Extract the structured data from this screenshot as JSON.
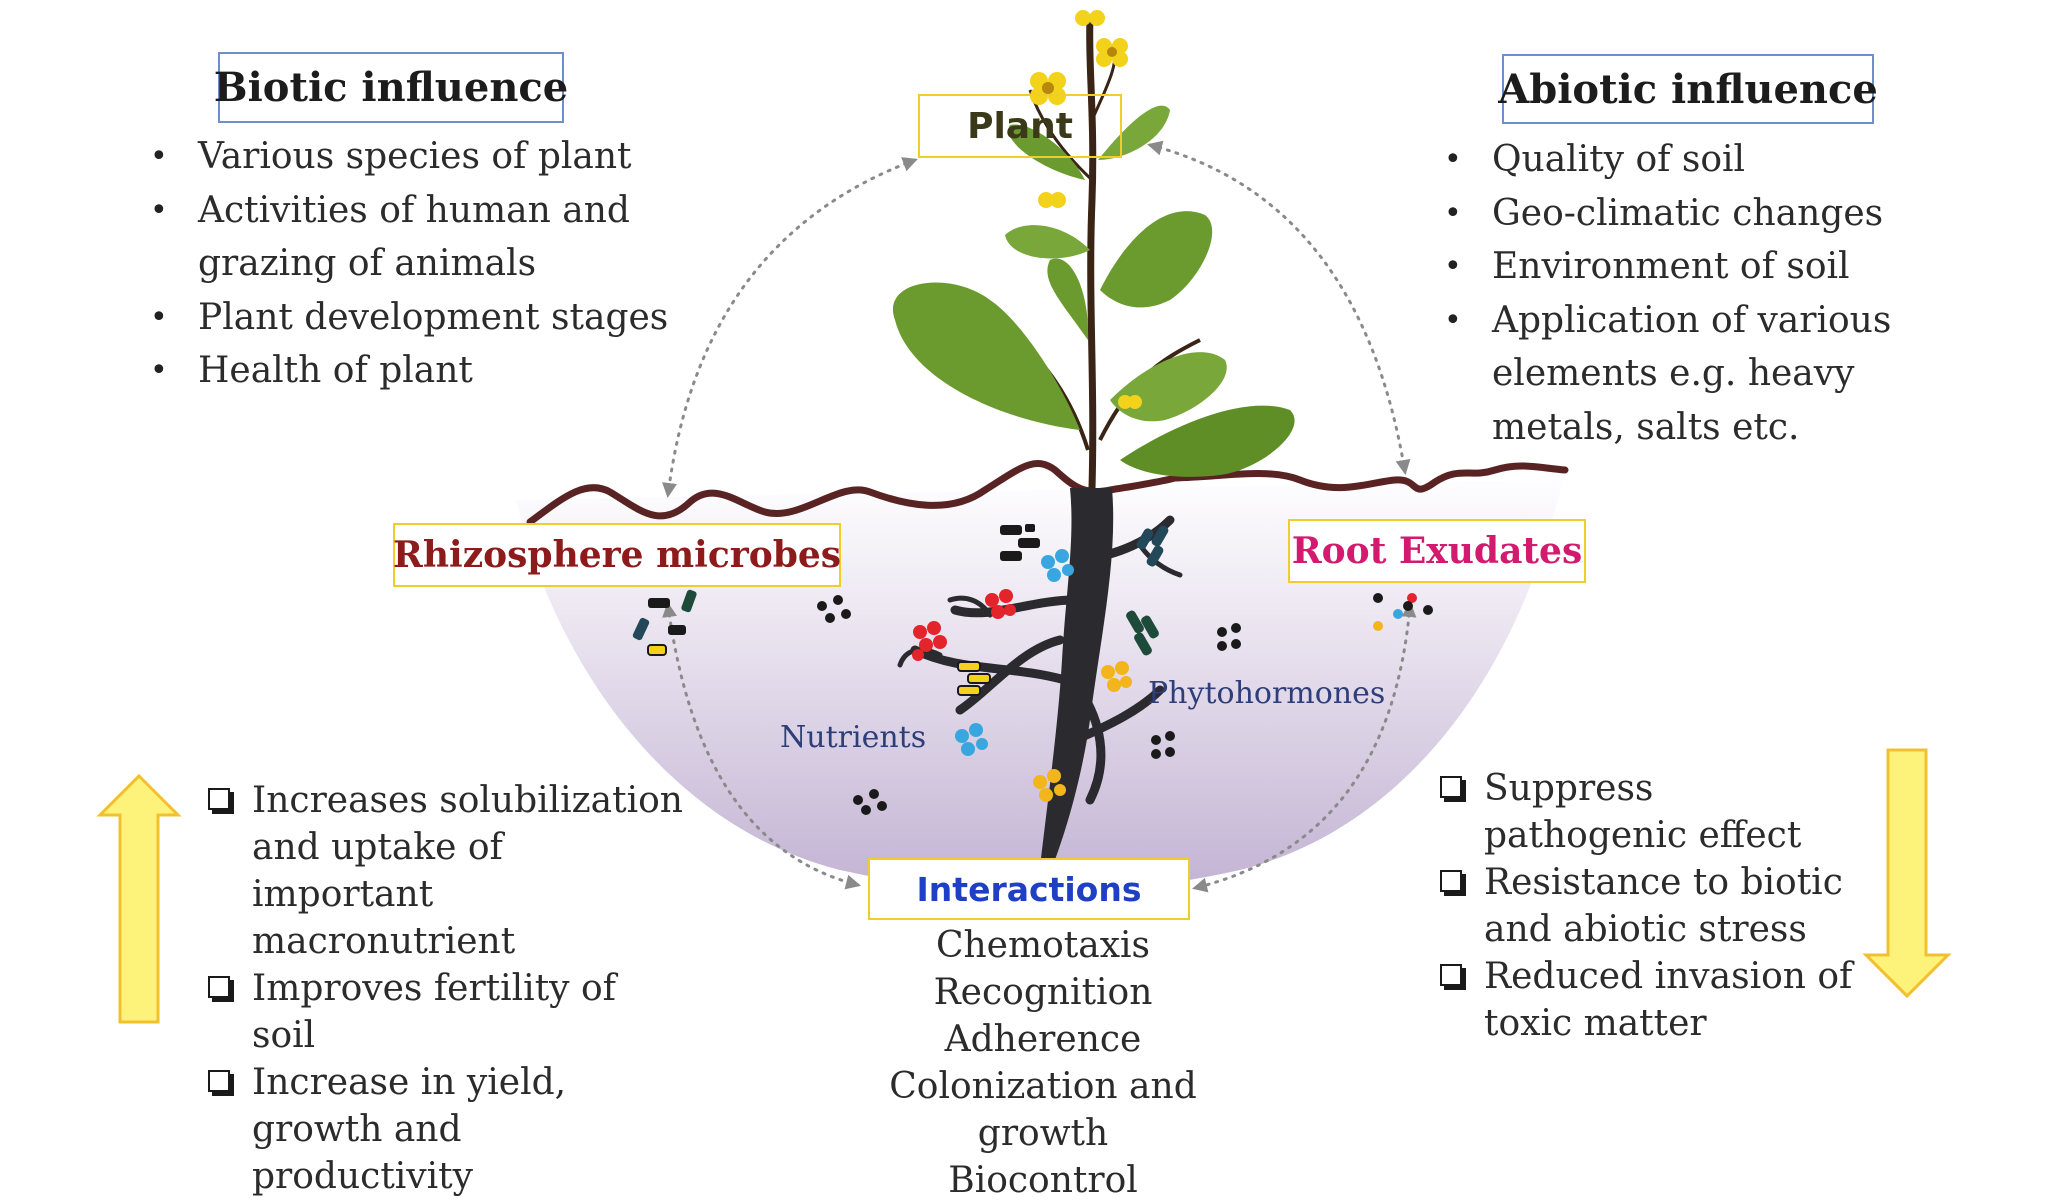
{
  "biotic": {
    "title": "Biotic influence",
    "items": [
      "Various species of plant",
      "Activities of human and grazing of animals",
      "Plant development stages",
      "Health of plant"
    ]
  },
  "abiotic": {
    "title": "Abiotic influence",
    "items": [
      "Quality of soil",
      "Geo-climatic changes",
      "Environment of soil",
      "Application of various elements e.g. heavy metals, salts etc."
    ]
  },
  "nodes": {
    "plant": "Plant",
    "rhizosphere": "Rhizosphere microbes",
    "root_exudates": "Root Exudates",
    "interactions": "Interactions"
  },
  "labels": {
    "nutrients": "Nutrients",
    "phytohormones": "Phytohormones"
  },
  "interaction_items": [
    "Chemotaxis",
    "Recognition",
    "Adherence",
    "Colonization and growth",
    "Biocontrol"
  ],
  "increase": {
    "direction": "up",
    "items": [
      "Increases solubilization and uptake of important macronutrient",
      "Improves fertility of soil",
      "Increase in yield, growth and productivity"
    ]
  },
  "decrease": {
    "direction": "down",
    "items": [
      "Suppress pathogenic effect",
      "Resistance to biotic and abiotic stress",
      "Reduced invasion of toxic matter"
    ]
  },
  "colors": {
    "plant_label": "#3a3a1a",
    "rhizosphere_label": "#8e1b1b",
    "root_exudates_label": "#d21a6f",
    "interactions_label": "#1f3fc4",
    "arrow_fill": "#fdf37a",
    "arrow_stroke": "#f2c02d",
    "soil_line": "#5a2323",
    "leaf": "#6b9a2e",
    "stem": "#3a2416",
    "flower": "#f3d21c"
  }
}
